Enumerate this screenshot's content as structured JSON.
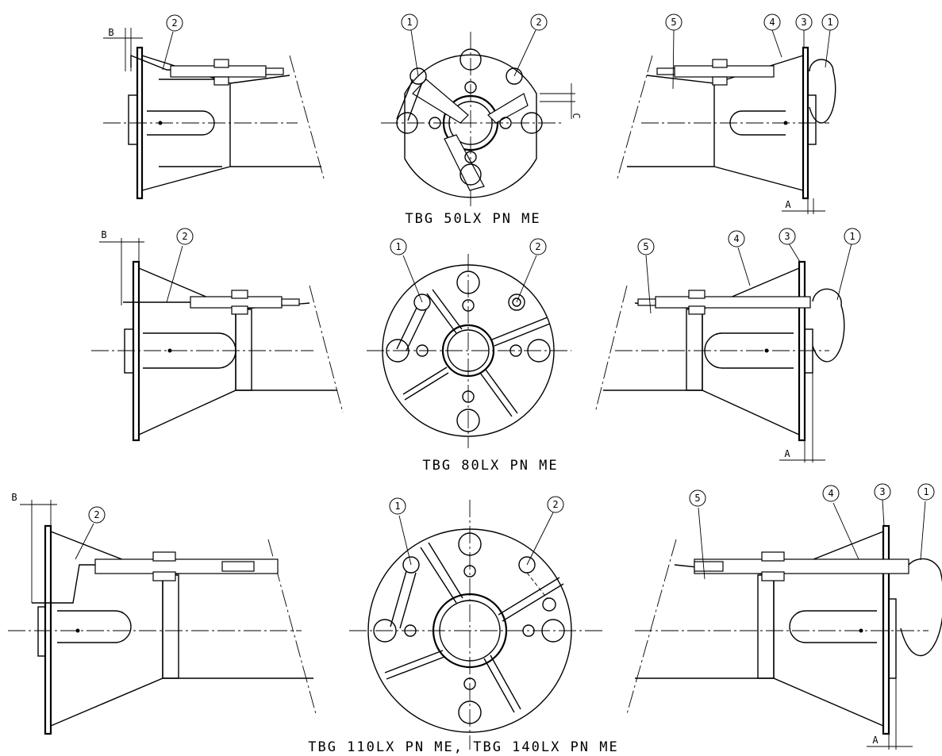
{
  "captions": {
    "row1": "TBG 50LX PN ME",
    "row2": "TBG 80LX PN ME",
    "row3": "TBG 110LX PN ME, TBG 140LX PN ME"
  },
  "dimensions": {
    "a": "A",
    "b": "B",
    "c": "C"
  },
  "callouts": {
    "n1": "1",
    "n2": "2",
    "n3": "3",
    "n4": "4",
    "n5": "5"
  }
}
